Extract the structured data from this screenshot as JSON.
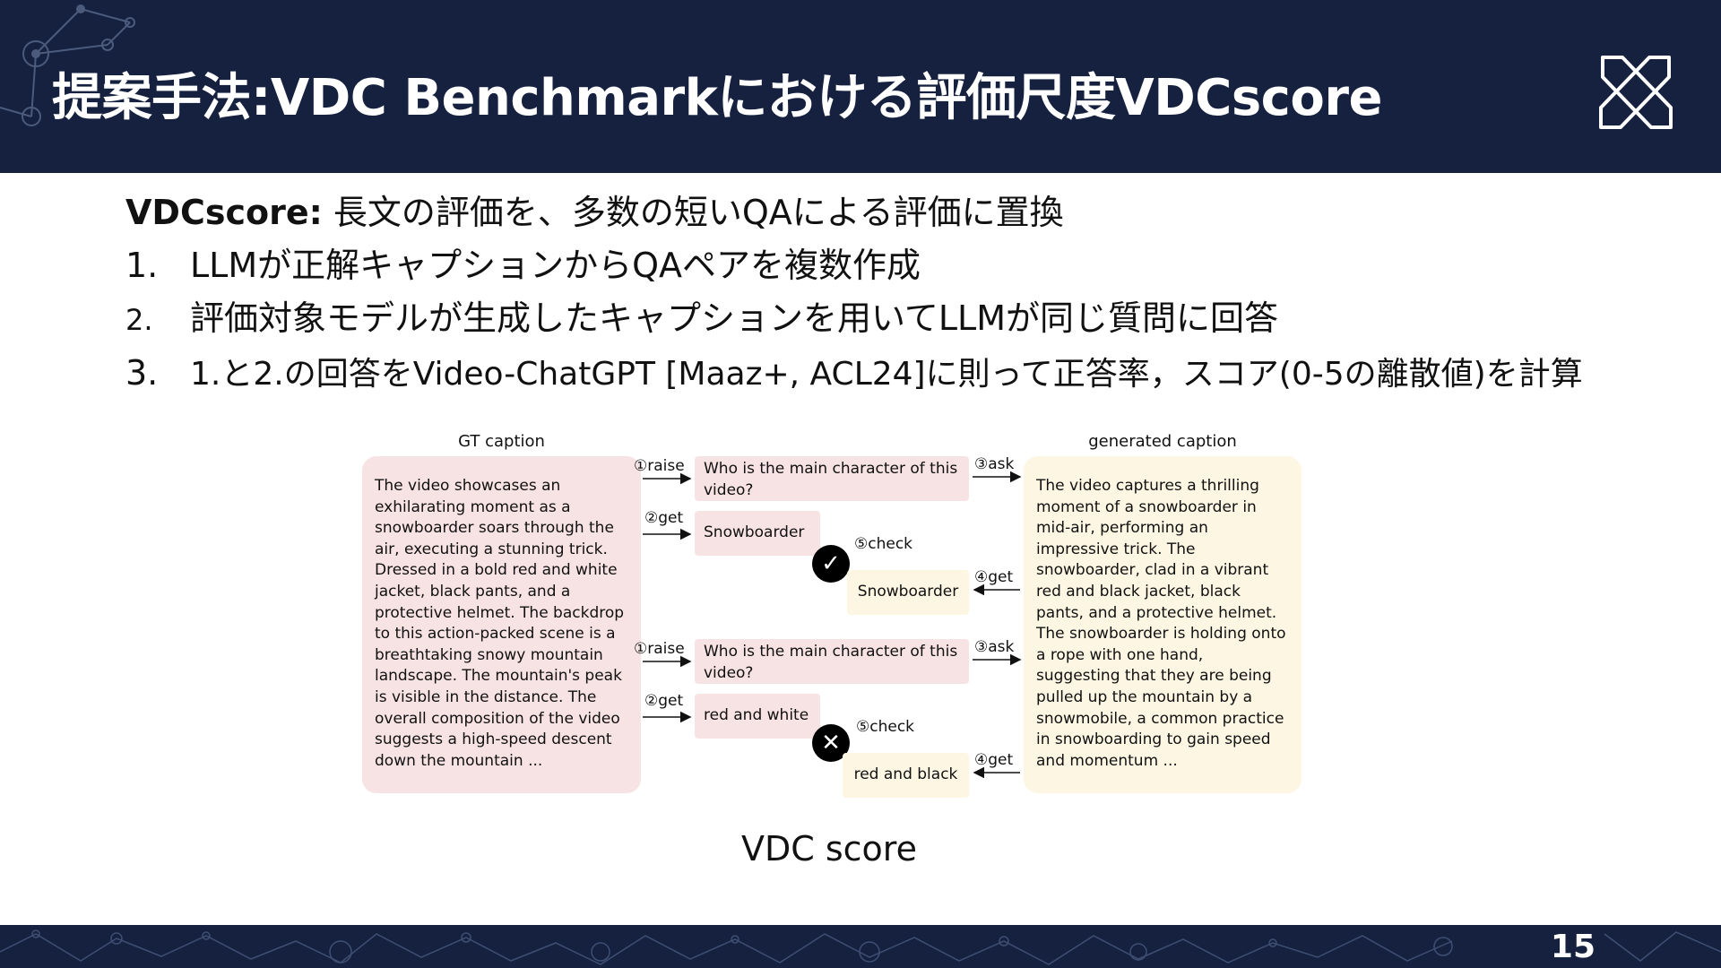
{
  "header": {
    "title": "提案手法:VDC Benchmarkにおける評価尺度VDCscore",
    "logo_icon": "crossed-tools-logo-icon"
  },
  "body": {
    "lead_bold": "VDCscore:",
    "lead_rest": " 長文の評価を、多数の短いQAによる評価に置換",
    "items": [
      {
        "num": "1.",
        "text": "LLMが正解キャプションからQAペアを複数作成"
      },
      {
        "num": "2.",
        "text": "評価対象モデルが生成したキャプションを用いてLLMが同じ質問に回答"
      },
      {
        "num": "3.",
        "text": "1.と2.の回答をVideo-ChatGPT [Maaz+, ACL24]に則って正答率，スコア(0-5の離散値)を計算"
      }
    ]
  },
  "diagram": {
    "gt_title": "GT caption",
    "gen_title": "generated caption",
    "gt_caption": "The video showcases an exhilarating moment as a snowboarder soars through the air, executing a stunning trick. Dressed in a bold red and white jacket, black pants, and a protective helmet. The backdrop to this action-packed scene is a breathtaking snowy mountain landscape. The mountain's peak is visible in the distance. The overall composition of the video suggests a high-speed descent down the mountain ...",
    "gen_caption": "The video captures a thrilling moment of a snowboarder in mid-air, performing an impressive trick. The snowboarder, clad in a vibrant red and black jacket, black pants, and a protective helmet. The snowboarder is holding onto a rope with one hand, suggesting that they are being pulled up the mountain by a snowmobile, a common practice in snowboarding to gain speed and momentum ...",
    "steps": {
      "raise": "①raise",
      "get_left": "②get",
      "ask": "③ask",
      "get_right": "④get",
      "check": "⑤check"
    },
    "qa": [
      {
        "question": "Who is the main character of this video?",
        "gt_answer": "Snowboarder",
        "gen_answer": "Snowboarder",
        "result": "correct",
        "result_icon": "check-mark-icon"
      },
      {
        "question": "Who is the main character of this video?",
        "gt_answer": "red and white",
        "gen_answer": "red and black",
        "result": "incorrect",
        "result_icon": "cross-mark-icon"
      }
    ],
    "caption": "VDC score"
  },
  "footer": {
    "page_number": "15"
  },
  "colors": {
    "navy": "#15213f",
    "pink_box": "#f8e3e4",
    "cream_box": "#fdf6e3"
  }
}
